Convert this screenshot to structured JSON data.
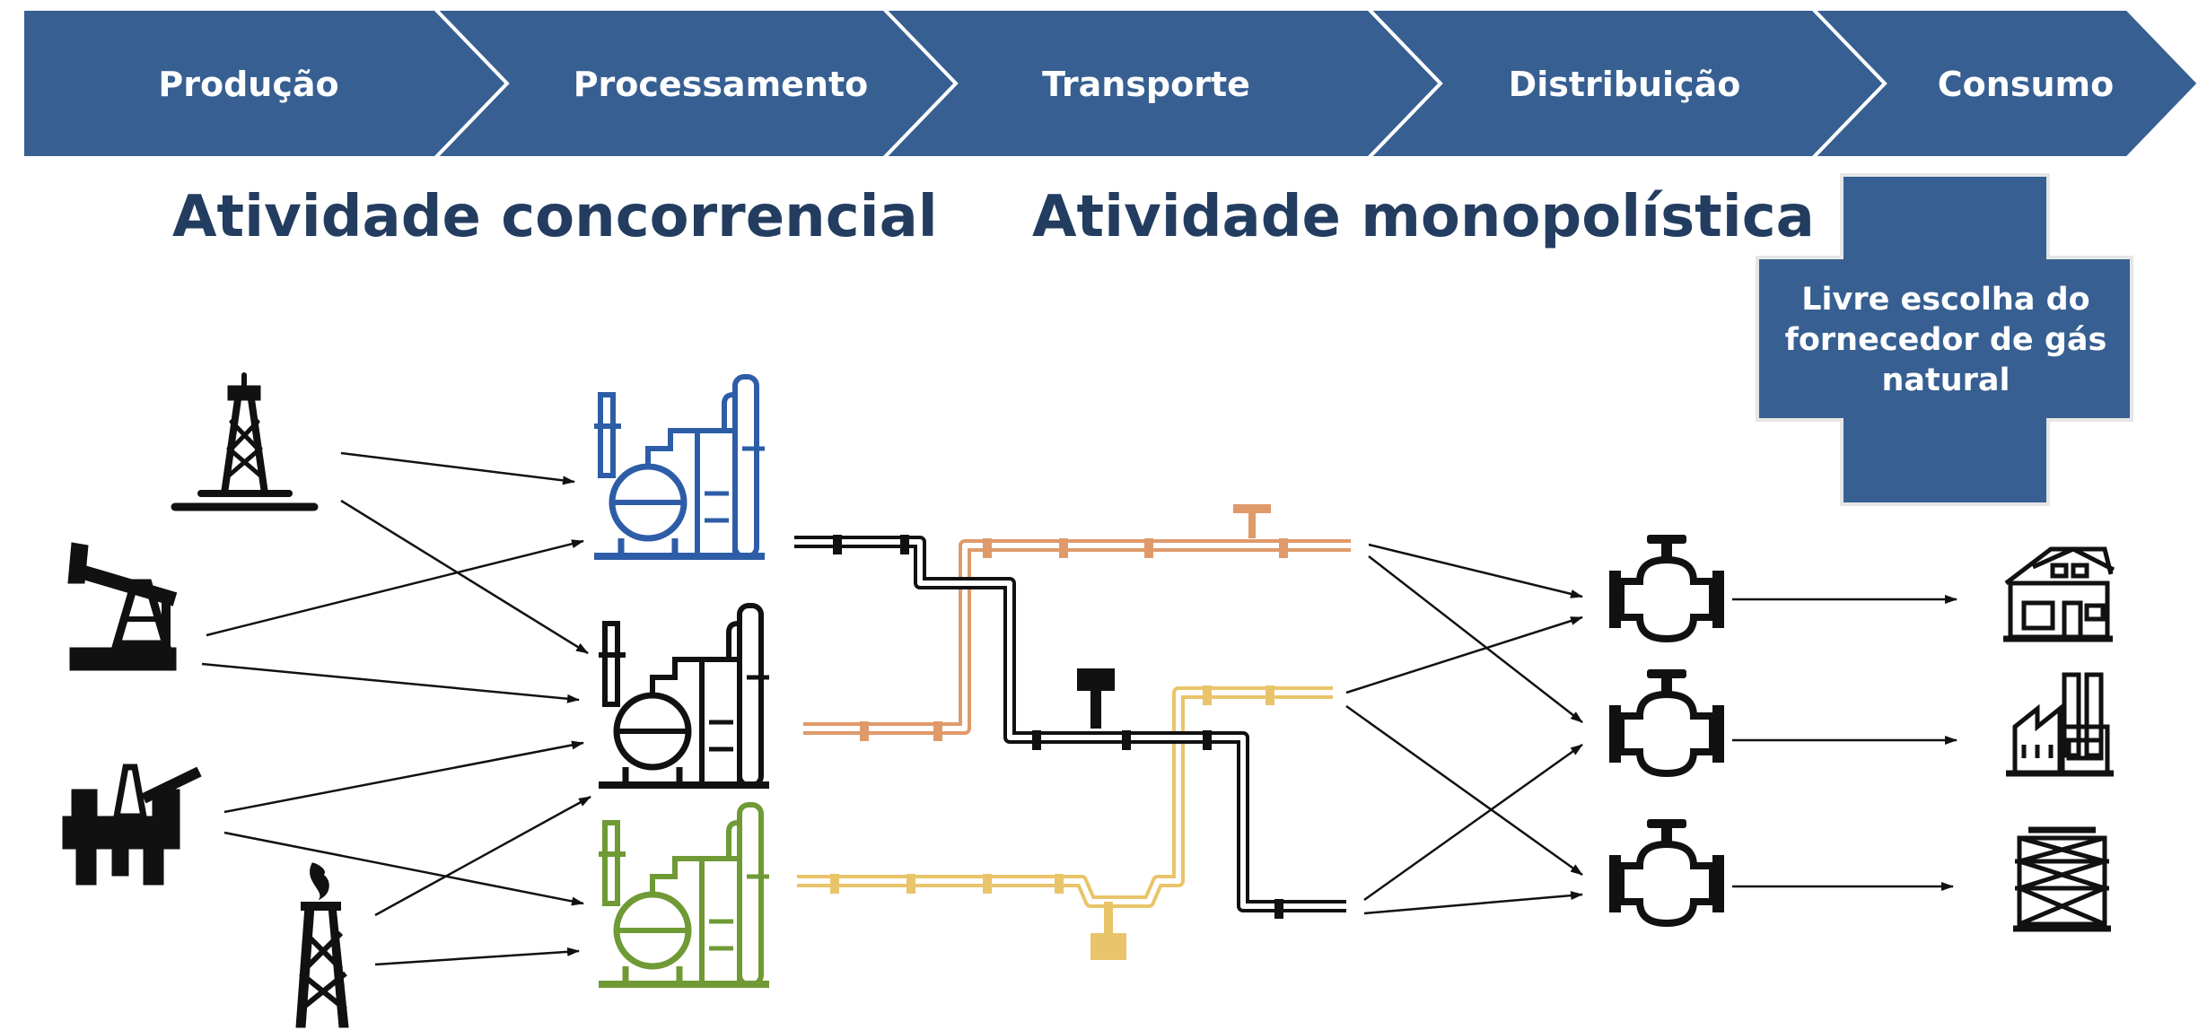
{
  "chain": {
    "stages": [
      {
        "label": "Produção"
      },
      {
        "label": "Processamento"
      },
      {
        "label": "Transporte"
      },
      {
        "label": "Distribuição"
      },
      {
        "label": "Consumo"
      }
    ]
  },
  "activities": {
    "competitive": "Atividade concorrencial",
    "monopolistic": "Atividade monopolística"
  },
  "callout": {
    "text": "Livre escolha do fornecedor de gás natural"
  },
  "colors": {
    "chevron_fill": "#375f91",
    "activity_text": "#233d60",
    "plant_top": "#2e5da8",
    "plant_middle": "#111111",
    "plant_bottom": "#6f9a35",
    "pipe_orange": "#e09a6a",
    "pipe_yellow": "#e9c46a",
    "pipe_black": "#111111"
  },
  "icons": {
    "production": [
      "drilling-rig-icon",
      "pumpjack-icon",
      "offshore-platform-icon",
      "gas-flare-well-icon"
    ],
    "processing": [
      "processing-plant-blue-icon",
      "processing-plant-black-icon",
      "processing-plant-green-icon"
    ],
    "transport": [
      "pipeline-network-icon"
    ],
    "distribution": [
      "distribution-valve-icon",
      "distribution-valve-icon",
      "distribution-valve-icon"
    ],
    "consumption": [
      "residential-house-icon",
      "industry-factory-icon",
      "power-tower-icon"
    ]
  }
}
